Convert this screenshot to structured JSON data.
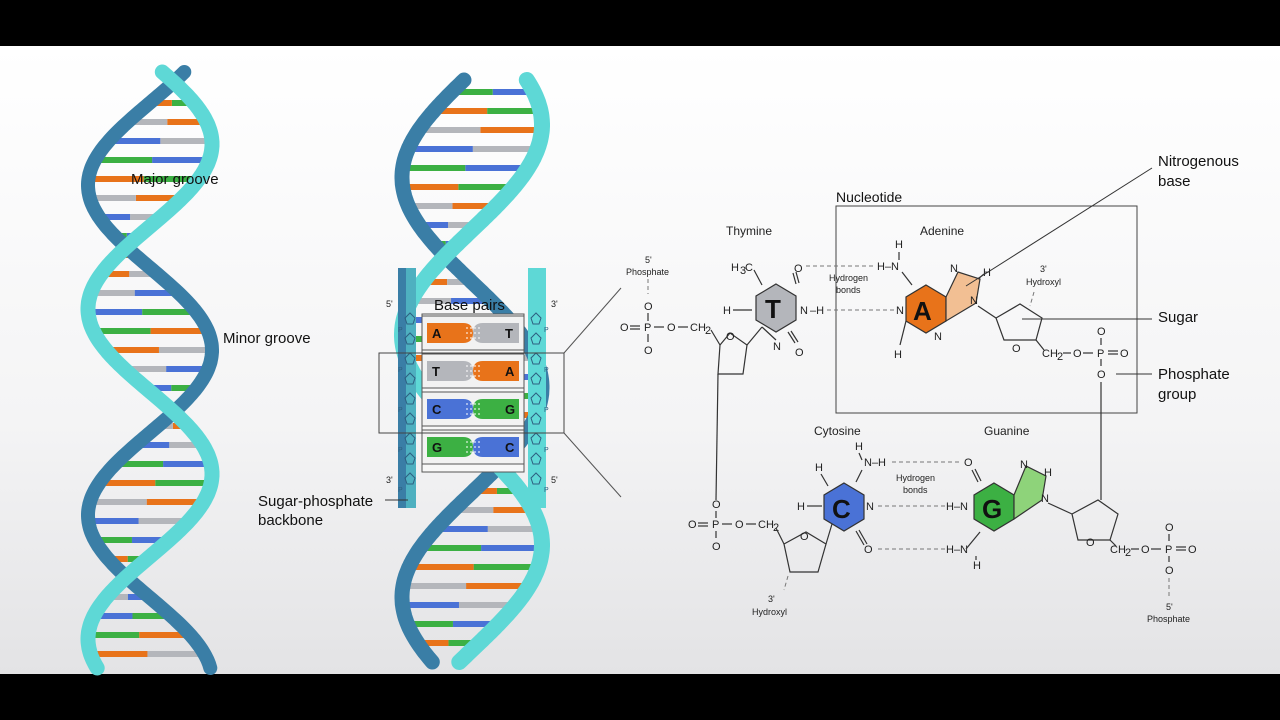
{
  "helix_labels": {
    "major_groove": "Major groove",
    "minor_groove": "Minor groove",
    "backbone_line1": "Sugar-phosphate",
    "backbone_line2": "backbone"
  },
  "base_pairs_panel": {
    "title": "Base pairs",
    "strand_left_top": "5'",
    "strand_left_bottom": "3'",
    "strand_right_top": "3'",
    "strand_right_bottom": "5'",
    "phosphate_mark": "P",
    "pairs": [
      {
        "left": "A",
        "right": "T"
      },
      {
        "left": "T",
        "right": "A"
      },
      {
        "left": "C",
        "right": "G"
      },
      {
        "left": "G",
        "right": "C"
      }
    ]
  },
  "chemistry": {
    "nucleotide_label": "Nucleotide",
    "thymine": "Thymine",
    "adenine": "Adenine",
    "cytosine": "Cytosine",
    "guanine": "Guanine",
    "hydrogen_line1": "Hydrogen",
    "hydrogen_line2": "bonds",
    "phosphate_5_line1": "5'",
    "phosphate_5_line2": "Phosphate",
    "hydroxyl_3_line1": "3'",
    "hydroxyl_3_line2": "Hydroxyl",
    "letters": {
      "T": "T",
      "A": "A",
      "C": "C",
      "G": "G"
    }
  },
  "callouts": {
    "nitrogenous_line1": "Nitrogenous",
    "nitrogenous_line2": "base",
    "sugar": "Sugar",
    "phosphate_line1": "Phosphate",
    "phosphate_line2": "group"
  },
  "colors": {
    "adenine": "#e8731a",
    "thymine": "#b4b6bb",
    "cytosine": "#4a72d6",
    "guanine": "#3cb043",
    "strand_light": "#5ed8d6",
    "strand_dark": "#3a7ea6"
  }
}
